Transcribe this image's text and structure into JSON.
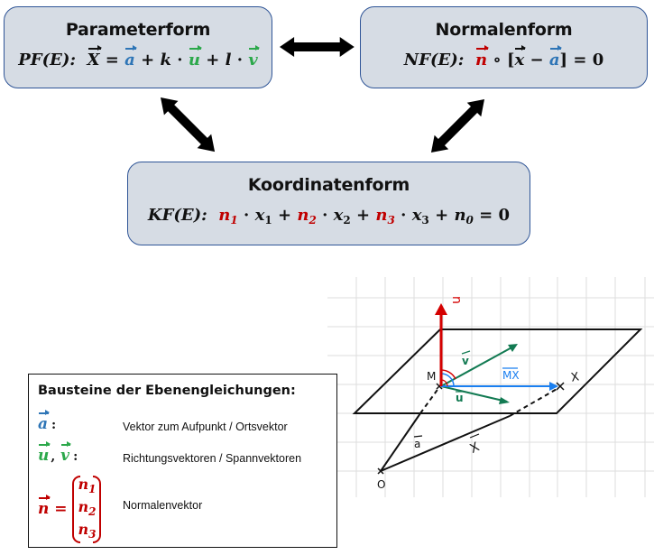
{
  "parameterform": {
    "title": "Parameterform",
    "prefix": "PF(E):",
    "X": "X",
    "eq": "=",
    "a": "a",
    "plus1": "+",
    "k": "k",
    "dot1": "·",
    "u": "u",
    "plus2": "+",
    "l": "l",
    "dot2": "·",
    "v": "v"
  },
  "normalenform": {
    "title": "Normalenform",
    "prefix": "NF(E):",
    "n": "n",
    "circ": "∘",
    "lbr": "[",
    "x": "x",
    "minus": "−",
    "a": "a",
    "rbr": "]",
    "eq": "=",
    "zero": "0"
  },
  "koordinatenform": {
    "title": "Koordinatenform",
    "prefix": "KF(E):",
    "n1": "n",
    "n1_sub": "1",
    "x1": "x",
    "x1_sub": "1",
    "n2": "n",
    "n2_sub": "2",
    "x2": "x",
    "x2_sub": "2",
    "n3": "n",
    "n3_sub": "3",
    "x3": "x",
    "x3_sub": "3",
    "n0": "n",
    "n0_sub": "0",
    "dot": "·",
    "plus": "+",
    "eq": "=",
    "zero": "0"
  },
  "legend": {
    "title": "Bausteine der Ebenengleichungen:",
    "items": [
      {
        "symbol": "a",
        "colon": ":",
        "description": "Vektor zum Aufpunkt / Ortsvektor"
      },
      {
        "symbol_1": "u",
        "sep": ",",
        "symbol_2": "v",
        "colon": ":",
        "description": "Richtungsvektoren / Spannvektoren"
      },
      {
        "symbol": "n",
        "eq": "=",
        "matrix": [
          "n",
          "n",
          "n"
        ],
        "matrix_subs": [
          "1",
          "2",
          "3"
        ],
        "description": "Normalenvektor"
      }
    ]
  },
  "sketch": {
    "labels": {
      "n": "n",
      "v": "v",
      "u": "u",
      "MX": "MX",
      "M": "M",
      "X": "X",
      "a": "a",
      "x_vec": "X",
      "O": "O"
    }
  },
  "colors": {
    "box_fill": "#d6dce4",
    "box_border": "#2f5597",
    "blue": "#2e75b6",
    "green": "#2ba84a",
    "red": "#c00000",
    "sketch_red": "#d40000",
    "sketch_green": "#127a52",
    "sketch_blue": "#1a7ff0"
  }
}
